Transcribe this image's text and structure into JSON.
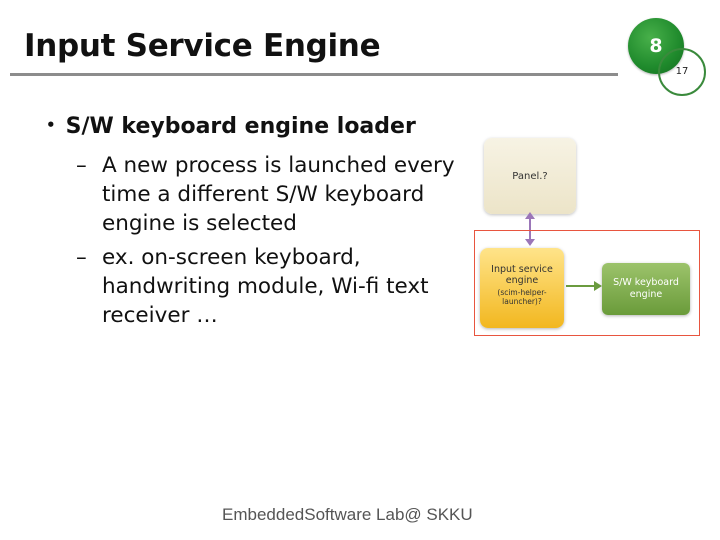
{
  "slide": {
    "title": "Input Service Engine",
    "page_badge": "8",
    "page_number": "17"
  },
  "content": {
    "bullet": "S/W keyboard engine loader",
    "bullet_marker": "•",
    "sub_marker": "–",
    "sub_items": [
      "A new process is launched every time a different S/W keyboard engine is selected",
      "ex. on-screen keyboard, handwriting module, Wi-fi text receiver …"
    ]
  },
  "diagram": {
    "panel_label": "Panel.?",
    "input_service_label": "Input service engine",
    "input_service_sub": "(scim-helper-launcher)?",
    "sw_keyboard_label": "S/W keyboard engine",
    "colors": {
      "highlight_frame": "#e8553f",
      "link": "#9b76b8",
      "arrow": "#6b9b3f"
    }
  },
  "footer": {
    "text": "EmbeddedSoftware Lab@ SKKU"
  }
}
